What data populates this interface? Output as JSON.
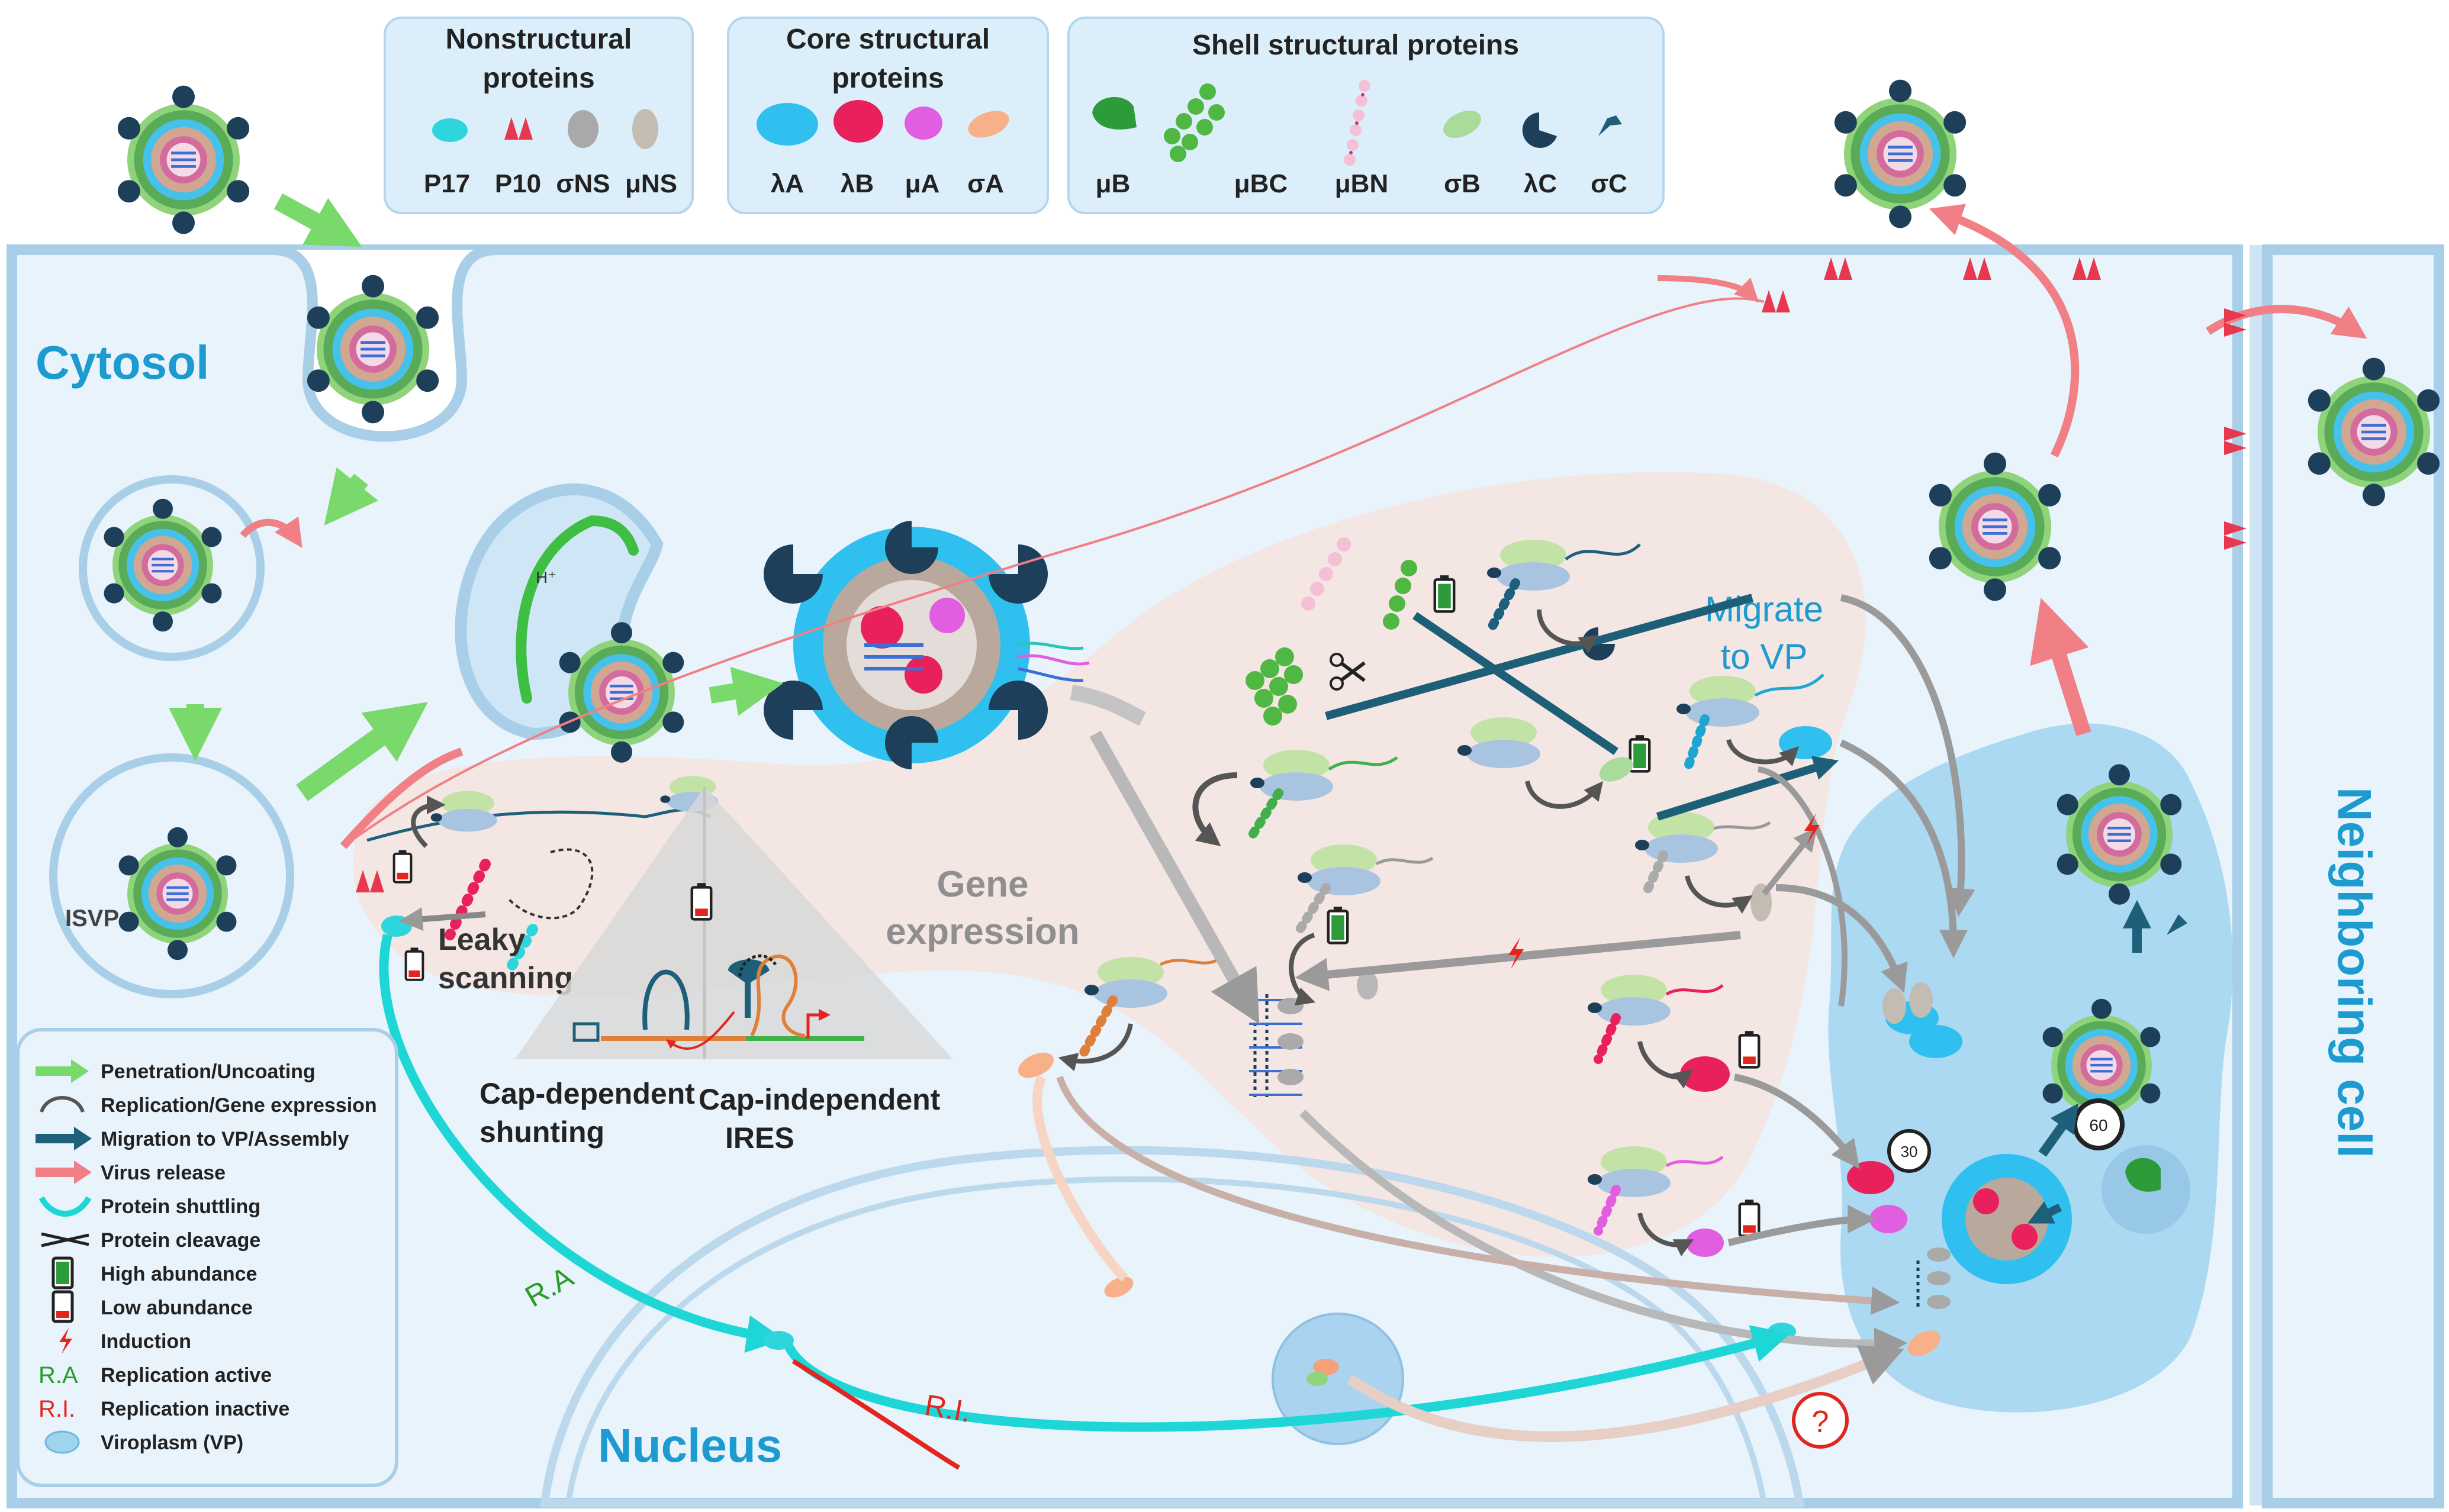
{
  "colors": {
    "cytosol": "#e8f3fb",
    "membrane": "#a9cfe8",
    "title_blue": "#1d9bd1",
    "gene_zone": "#f4e4e0",
    "viroplasm": "#9fd4ef",
    "penetration": "#79d96b",
    "replication": "#555555",
    "migration": "#1e5f7a",
    "release": "#f07f86",
    "shuttling": "#1fd6d6",
    "induction": "#e2261f",
    "ra": "#2a9d2a",
    "ri": "#e2261f"
  },
  "legend_boxes": {
    "nonstructural": {
      "title_line1": "Nonstructural",
      "title_line2": "proteins",
      "items": [
        "P17",
        "P10",
        "σNS",
        "μNS"
      ],
      "icons": [
        "p17-protein-icon",
        "p10-protein-icon",
        "sigma-ns-protein-icon",
        "mu-ns-protein-icon"
      ]
    },
    "core": {
      "title_line1": "Core structural",
      "title_line2": "proteins",
      "items": [
        "λA",
        "λB",
        "μA",
        "σA"
      ],
      "icons": [
        "lambda-a-protein-icon",
        "lambda-b-protein-icon",
        "mu-a-protein-icon",
        "sigma-a-protein-icon"
      ]
    },
    "shell": {
      "title": "Shell structural proteins",
      "items": [
        "μB",
        "μBC",
        "μBN",
        "σB",
        "λC",
        "σC"
      ],
      "icons": [
        "mu-b-protein-icon",
        "mu-bc-protein-icon",
        "mu-bn-protein-icon",
        "sigma-b-protein-icon",
        "lambda-c-protein-icon",
        "sigma-c-protein-icon"
      ]
    }
  },
  "regions": {
    "cytosol": "Cytosol",
    "nucleus": "Nucleus",
    "neighboring_cell": "Neighboring cell",
    "gene_expression_line1": "Gene",
    "gene_expression_line2": "expression",
    "migrate_line1": "Migrate",
    "migrate_line2": "to VP"
  },
  "labels": {
    "isvp": "ISVP",
    "h_plus": "H⁺",
    "leaky_line1": "Leaky",
    "leaky_line2": "scanning",
    "cap_dep_line1": "Cap-dependent",
    "cap_dep_line2": "shunting",
    "cap_indep_line1": "Cap-independent",
    "cap_indep_line2": "IRES",
    "ra": "R.A",
    "ri": "R.I.",
    "question": "?",
    "timer_30": "30",
    "timer_60": "60"
  },
  "legend": [
    {
      "label": "Penetration/Uncoating",
      "icon": "green-arrow-icon"
    },
    {
      "label": "Replication/Gene expression",
      "icon": "curved-arrow-icon"
    },
    {
      "label": "Migration to VP/Assembly",
      "icon": "dark-blue-arrow-icon"
    },
    {
      "label": "Virus release",
      "icon": "pink-arrow-icon"
    },
    {
      "label": "Protein shuttling",
      "icon": "shuttle-arc-icon"
    },
    {
      "label": "Protein cleavage",
      "icon": "scissors-icon"
    },
    {
      "label": "High abundance",
      "icon": "battery-high-icon"
    },
    {
      "label": "Low abundance",
      "icon": "battery-low-icon"
    },
    {
      "label": "Induction",
      "icon": "lightning-icon"
    },
    {
      "label": "Replication active",
      "icon": "ra-icon",
      "prefix": "R.A"
    },
    {
      "label": "Replication inactive",
      "icon": "ri-icon",
      "prefix": "R.I."
    },
    {
      "label": "Viroplasm (VP)",
      "icon": "viroplasm-icon"
    }
  ]
}
